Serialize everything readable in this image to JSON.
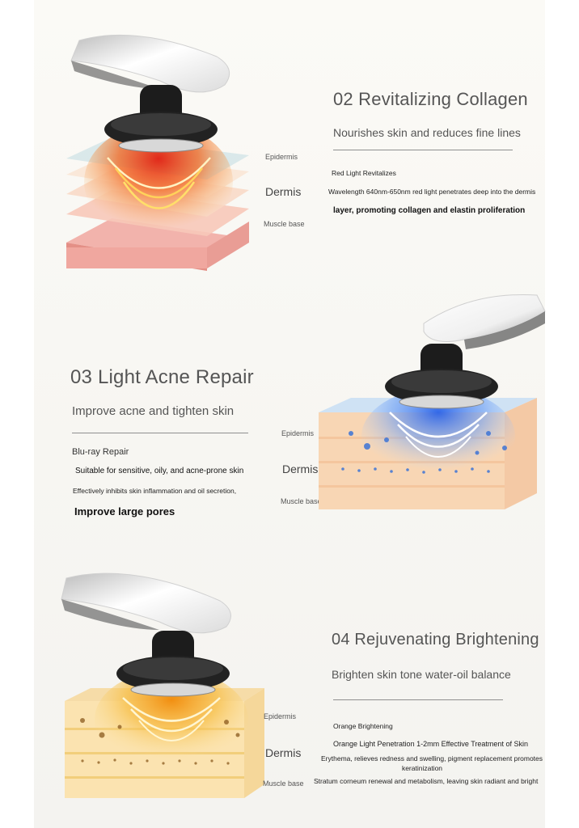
{
  "sections": [
    {
      "title": "02 Revitalizing Collagen",
      "subtitle": "Nourishes skin and reduces fine lines",
      "mode": "Red Light Revitalizes",
      "line1": "Wavelength 640nm-650nm red light penetrates deep into the dermis",
      "line2": "layer, promoting collagen and elastin proliferation",
      "labels": {
        "epidermis": "Epidermis",
        "dermis": "Dermis",
        "muscle": "Muscle base"
      },
      "glow_color": "#e8331c"
    },
    {
      "title": "03 Light Acne Repair",
      "subtitle": "Improve acne and tighten skin",
      "mode": "Blu-ray Repair",
      "line1": "Suitable for sensitive, oily, and acne-prone skin",
      "line2": "Effectively inhibits skin inflammation and oil secretion,",
      "line3": "Improve large pores",
      "labels": {
        "epidermis": "Epidermis",
        "dermis": "Dermis",
        "muscle": "Muscle base"
      },
      "glow_color": "#2f6fe0"
    },
    {
      "title": "04 Rejuvenating Brightening",
      "subtitle": "Brighten skin tone water-oil balance",
      "mode": "Orange Brightening",
      "line1": "Orange Light Penetration 1-2mm Effective Treatment of Skin",
      "line2": "Erythema, relieves redness and swelling, pigment replacement promotes",
      "line2b": "keratinization",
      "line3": "Stratum corneum renewal and metabolism, leaving skin radiant and bright",
      "labels": {
        "epidermis": "Epidermis",
        "dermis": "Dermis",
        "muscle": "Muscle base"
      },
      "glow_color": "#f29a12"
    }
  ],
  "icons": {
    "device": "beauty-device-icon",
    "skin": "skin-layers-illustration"
  }
}
